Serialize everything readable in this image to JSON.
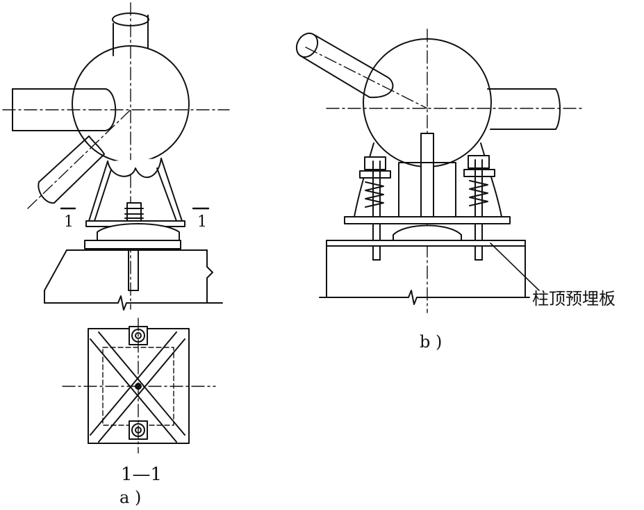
{
  "figure_a": {
    "section_mark_left": "1",
    "section_mark_right": "1",
    "section_caption": "1—1",
    "view_caption": "a )"
  },
  "figure_b": {
    "callout": "柱顶预埋板",
    "view_caption": "b )"
  },
  "colors": {
    "ink": "#111111",
    "background": "#ffffff"
  }
}
